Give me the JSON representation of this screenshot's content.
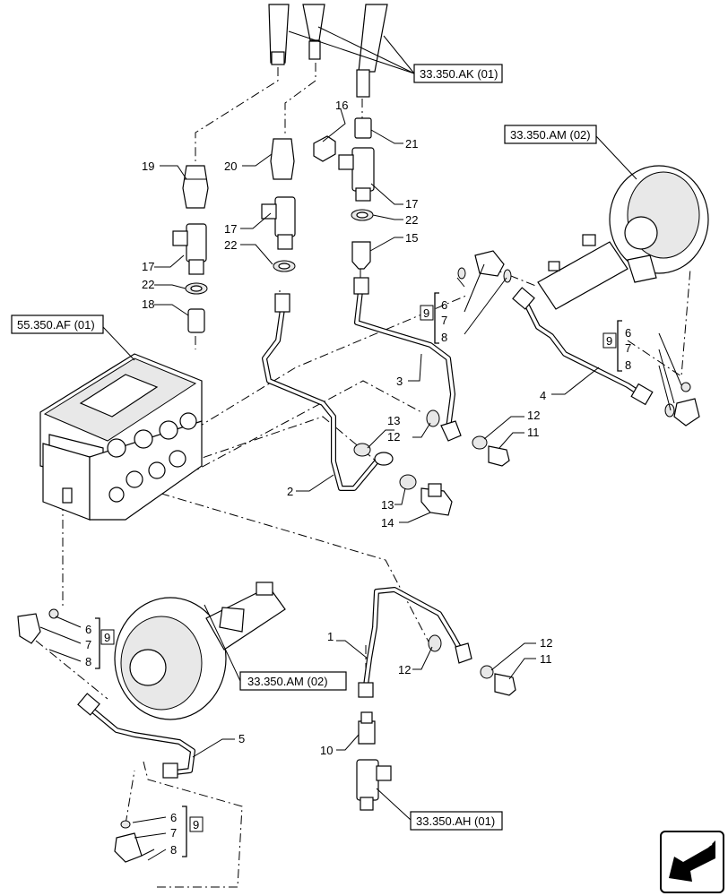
{
  "references": {
    "r1": "33.350.AK (01)",
    "r2": "33.350.AM (02)",
    "r3": "55.350.AF (01)",
    "r4": "33.350.AM (02)",
    "r5": "33.350.AH (01)"
  },
  "callouts": {
    "c1": "1",
    "c2": "2",
    "c3": "3",
    "c4": "4",
    "c5": "5",
    "c10": "10",
    "c11a": "11",
    "c11b": "11",
    "c12a": "12",
    "c12b": "12",
    "c12c": "12",
    "c12d": "12",
    "c13a": "13",
    "c13b": "13",
    "c14": "14",
    "c15": "15",
    "c16": "16",
    "c17a": "17",
    "c17b": "17",
    "c17c": "17",
    "c18": "18",
    "c19": "19",
    "c20": "20",
    "c21": "21",
    "c22a": "22",
    "c22b": "22",
    "c22c": "22"
  },
  "kits": [
    {
      "kit": "9",
      "items": [
        "6",
        "7",
        "8"
      ]
    },
    {
      "kit": "9",
      "items": [
        "6",
        "7",
        "8"
      ]
    },
    {
      "kit": "9",
      "items": [
        "6",
        "7",
        "8"
      ]
    },
    {
      "kit": "9",
      "items": [
        "6",
        "7",
        "8"
      ]
    }
  ],
  "nav_icon": "arrow-left-down-icon"
}
